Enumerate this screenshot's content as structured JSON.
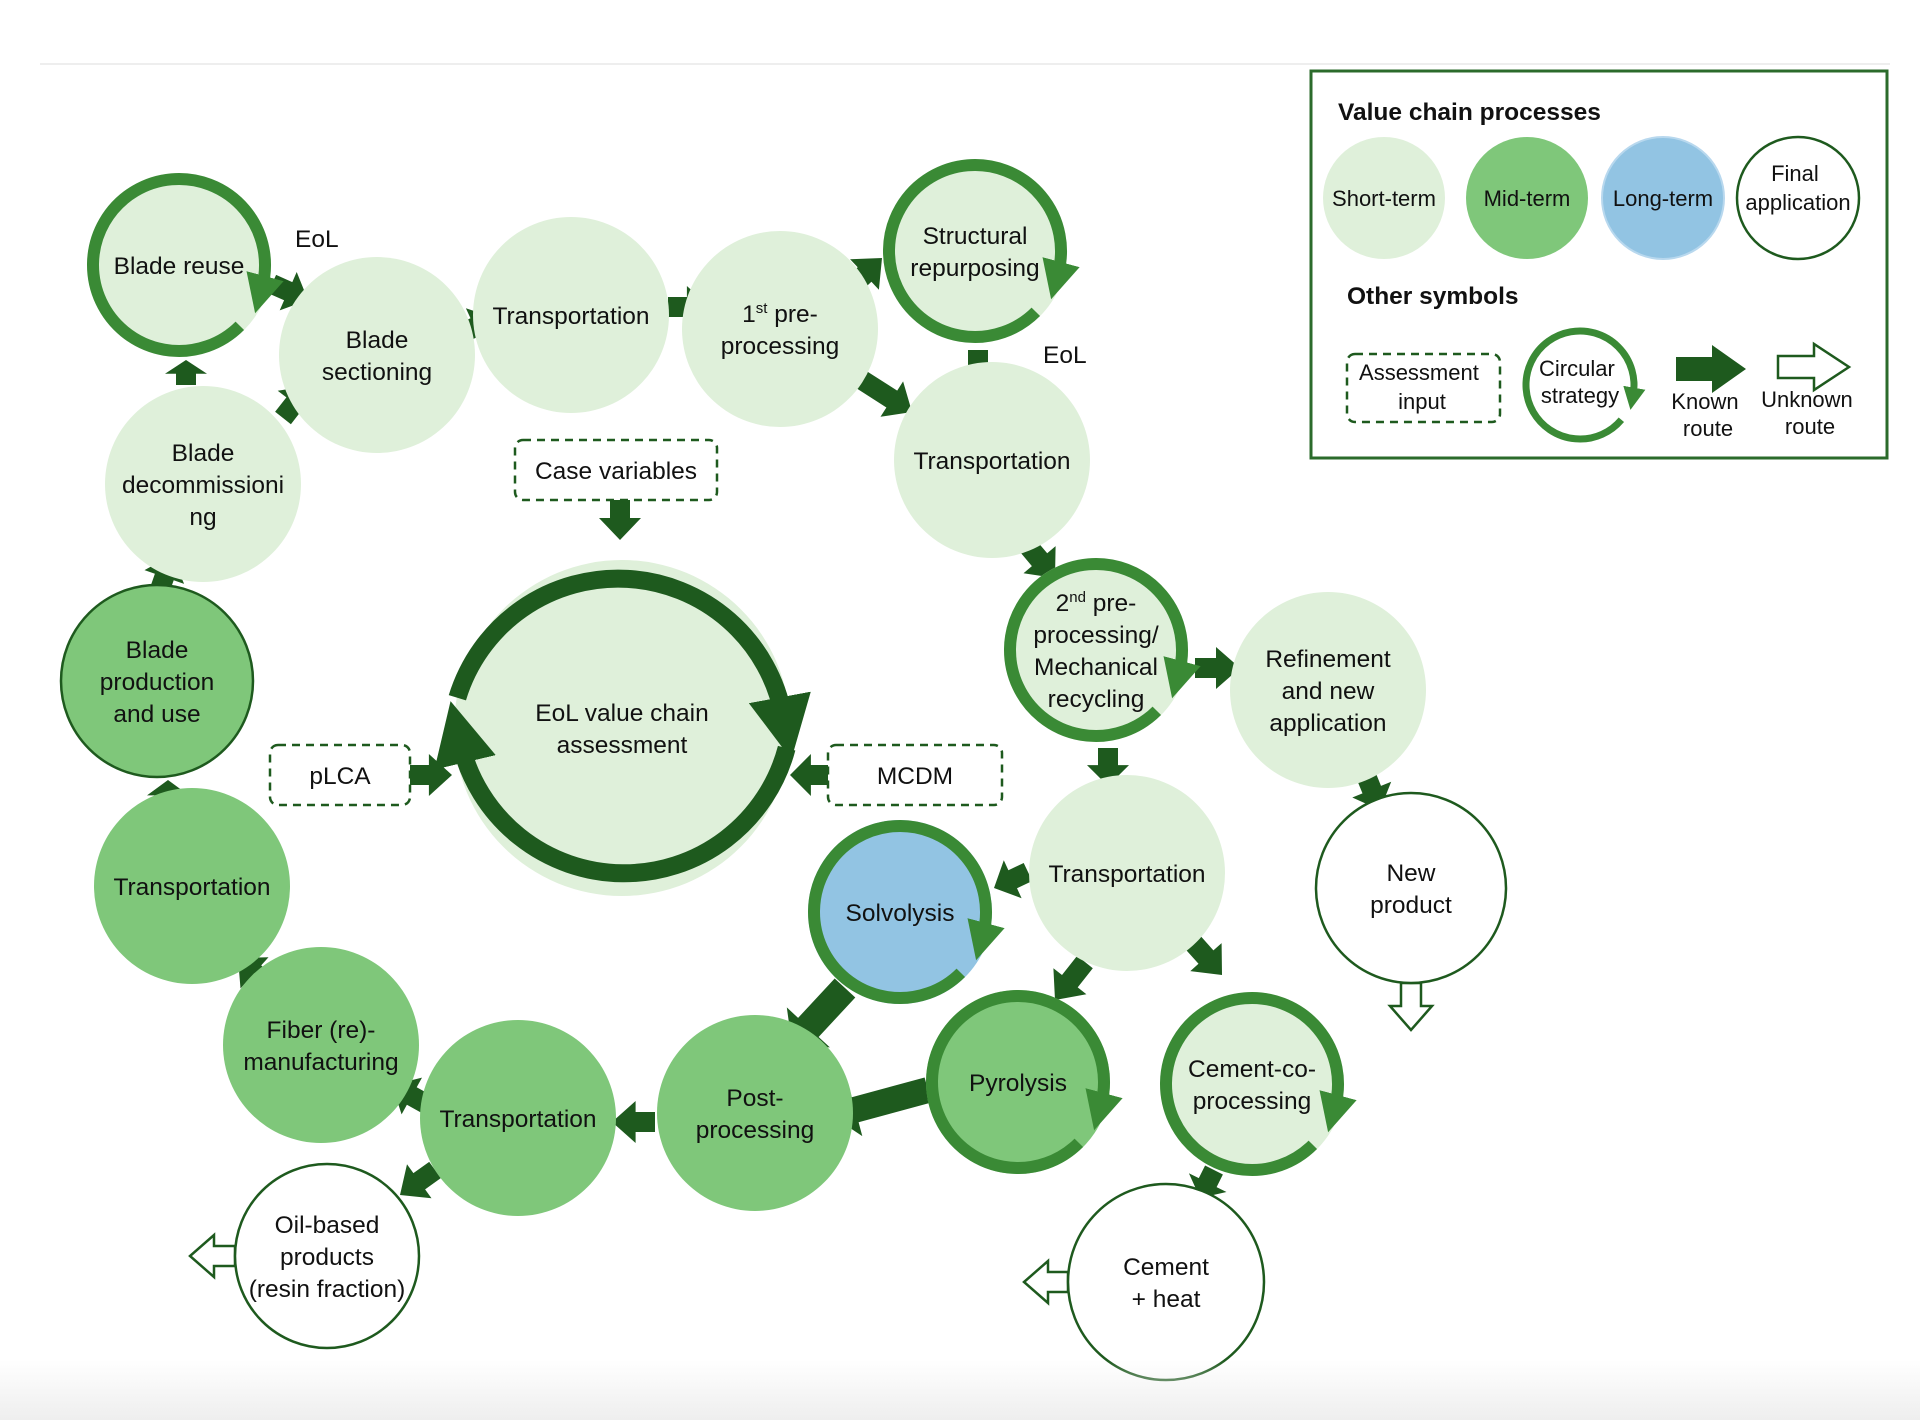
{
  "colors": {
    "short_term": "#dff0da",
    "mid_term": "#7fc77a",
    "long_term": "#92c4e3",
    "final_fill": "#ffffff",
    "dark_green": "#1e5a1e",
    "ring_green": "#3a8a35",
    "frame_green": "#2b6b2b"
  },
  "nodes": {
    "blade_reuse": "Blade reuse",
    "blade_sectioning": [
      "Blade",
      "sectioning"
    ],
    "transport_1": "Transportation",
    "pre_processing_1": [
      "1st pre-",
      "processing"
    ],
    "structural_repurposing": [
      "Structural",
      "repurposing"
    ],
    "transport_2": "Transportation",
    "blade_decommissioning": [
      "Blade",
      "decommissioni",
      "ng"
    ],
    "blade_production": [
      "Blade",
      "production",
      "and use"
    ],
    "eol_assessment": [
      "EoL value chain",
      "assessment"
    ],
    "pre_processing_2": [
      "2nd pre-",
      "processing/",
      "Mechanical",
      "recycling"
    ],
    "refinement": [
      "Refinement",
      "and new",
      "application"
    ],
    "transport_3": "Transportation",
    "new_product": [
      "New",
      "product"
    ],
    "solvolysis": "Solvolysis",
    "transport_left": "Transportation",
    "fiber_manufacturing": [
      "Fiber (re)-",
      "manufacturing"
    ],
    "transport_bottom": "Transportation",
    "post_processing": [
      "Post-",
      "processing"
    ],
    "pyrolysis": "Pyrolysis",
    "cement_co_processing": [
      "Cement-co-",
      "processing"
    ],
    "oil_based": [
      "Oil-based",
      "products",
      "(resin fraction)"
    ],
    "cement_heat": [
      "Cement",
      "+ heat"
    ]
  },
  "inputs": {
    "case_variables": "Case variables",
    "plca": "pLCA",
    "mcdm": "MCDM"
  },
  "eol_labels": {
    "eol_1": "EoL",
    "eol_2": "EoL"
  },
  "legend": {
    "title_processes": "Value chain processes",
    "short_term": "Short-term",
    "mid_term": "Mid-term",
    "long_term": "Long-term",
    "final_application": [
      "Final",
      "application"
    ],
    "title_symbols": "Other symbols",
    "assessment_input": [
      "Assessment",
      "input"
    ],
    "circular_strategy": [
      "Circular",
      "strategy"
    ],
    "known_route": [
      "Known",
      "route"
    ],
    "unknown_route": [
      "Unknown",
      "route"
    ]
  }
}
